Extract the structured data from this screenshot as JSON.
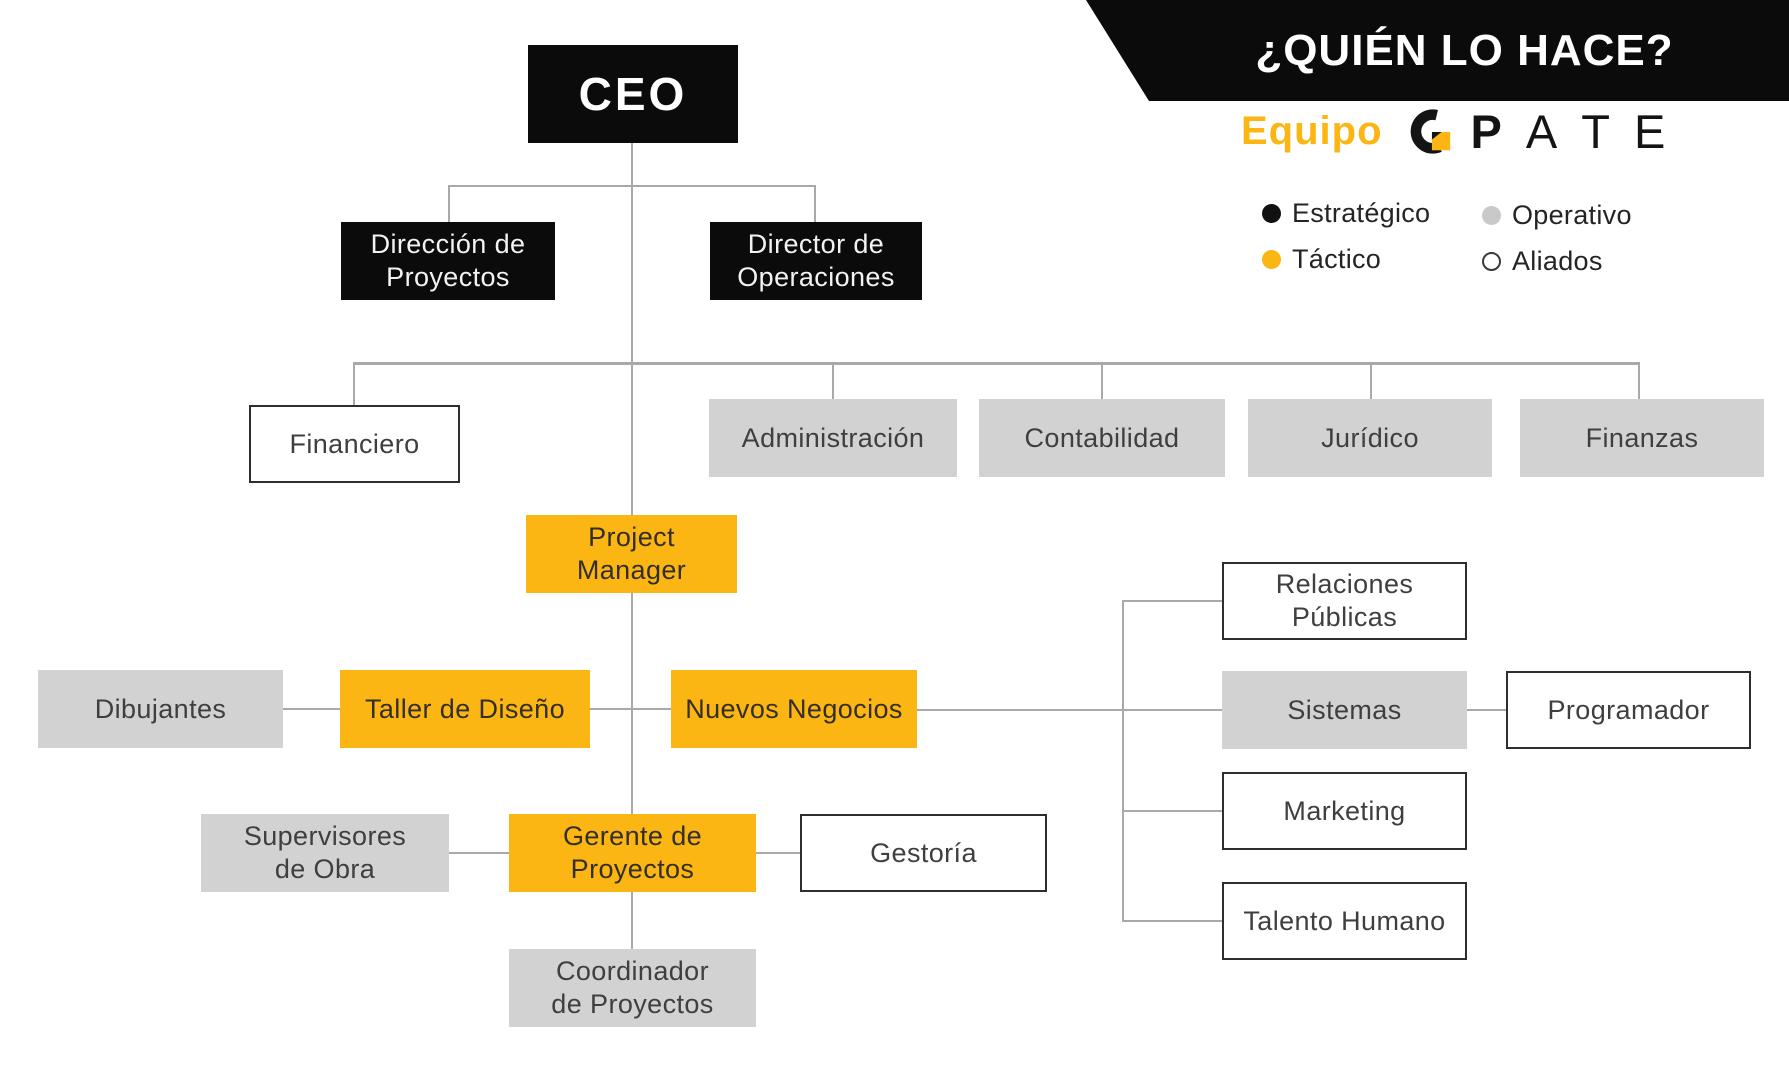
{
  "banner": {
    "title": "¿QUIÉN LO HACE?",
    "team_label": "Equipo",
    "brand_letters": [
      "G",
      "P",
      "A",
      "T",
      "E"
    ]
  },
  "legend": [
    {
      "label": "Estratégico",
      "color": "#111111",
      "style": "filled"
    },
    {
      "label": "Táctico",
      "color": "#FBB614",
      "style": "filled"
    },
    {
      "label": "Operativo",
      "color": "#C9C9C9",
      "style": "filled"
    },
    {
      "label": "Aliados",
      "color": "#FFFFFF",
      "style": "outlined"
    }
  ],
  "colors": {
    "estrategico_black": "#0B0B0B",
    "tactico_yellow": "#FBB614",
    "operativo_gray": "#D2D2D3",
    "aliados_white": "#FFFFFF",
    "connector_gray": "#A9A9A9"
  },
  "nodes": {
    "ceo": {
      "label": "CEO",
      "category": "estrategico"
    },
    "direccion_proyectos": {
      "label": "Dirección de\nProyectos",
      "category": "estrategico"
    },
    "director_operaciones": {
      "label": "Director de\nOperaciones",
      "category": "estrategico"
    },
    "financiero": {
      "label": "Financiero",
      "category": "aliados"
    },
    "administracion": {
      "label": "Administración",
      "category": "operativo"
    },
    "contabilidad": {
      "label": "Contabilidad",
      "category": "operativo"
    },
    "juridico": {
      "label": "Jurídico",
      "category": "operativo"
    },
    "finanzas": {
      "label": "Finanzas",
      "category": "operativo"
    },
    "project_manager": {
      "label": "Project\nManager",
      "category": "tactico"
    },
    "dibujantes": {
      "label": "Dibujantes",
      "category": "operativo"
    },
    "taller_diseno": {
      "label": "Taller de Diseño",
      "category": "tactico"
    },
    "nuevos_negocios": {
      "label": "Nuevos Negocios",
      "category": "tactico"
    },
    "relaciones_publicas": {
      "label": "Relaciones\nPúblicas",
      "category": "aliados"
    },
    "sistemas": {
      "label": "Sistemas",
      "category": "operativo"
    },
    "programador": {
      "label": "Programador",
      "category": "aliados"
    },
    "marketing": {
      "label": "Marketing",
      "category": "aliados"
    },
    "talento_humano": {
      "label": "Talento Humano",
      "category": "aliados"
    },
    "supervisores_obra": {
      "label": "Supervisores\nde Obra",
      "category": "operativo"
    },
    "gerente_proyectos": {
      "label": "Gerente de\nProyectos",
      "category": "tactico"
    },
    "gestoria": {
      "label": "Gestoría",
      "category": "aliados"
    },
    "coordinador_proyectos": {
      "label": "Coordinador\nde Proyectos",
      "category": "operativo"
    }
  }
}
